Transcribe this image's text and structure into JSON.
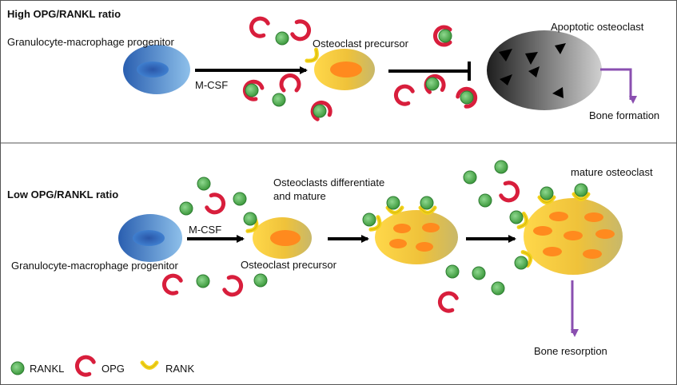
{
  "colors": {
    "rankl": "#5cb85c",
    "opg": "#d81e3c",
    "rank": "#f2d21b",
    "progenitor": "#3d77c9",
    "precursor": "#f0c030",
    "nucleus": "#ff8a1e",
    "apoptotic": "#777777",
    "bone_arrow": "#8a4fb0"
  },
  "panel_high": {
    "title": "High OPG/RANKL ratio",
    "progenitor_label": "Granulocyte-macrophage progenitor",
    "mcsf_label": "M-CSF",
    "precursor_label": "Osteoclast precursor",
    "apoptotic_label": "Apoptotic osteoclast",
    "outcome_label": "Bone formation"
  },
  "panel_low": {
    "title": "Low OPG/RANKL ratio",
    "progenitor_label": "Granulocyte-macrophage progenitor",
    "mcsf_label": "M-CSF",
    "precursor_label": "Osteoclast precursor",
    "differentiate_label_line1": "Osteoclasts differentiate",
    "differentiate_label_line2": "and mature",
    "mature_label": "mature osteoclast",
    "outcome_label": "Bone resorption"
  },
  "legend": {
    "items": [
      {
        "label": "RANKL",
        "icon": "rankl-circle-icon"
      },
      {
        "label": "OPG",
        "icon": "opg-crescent-icon"
      },
      {
        "label": "RANK",
        "icon": "rank-receptor-icon"
      }
    ]
  }
}
